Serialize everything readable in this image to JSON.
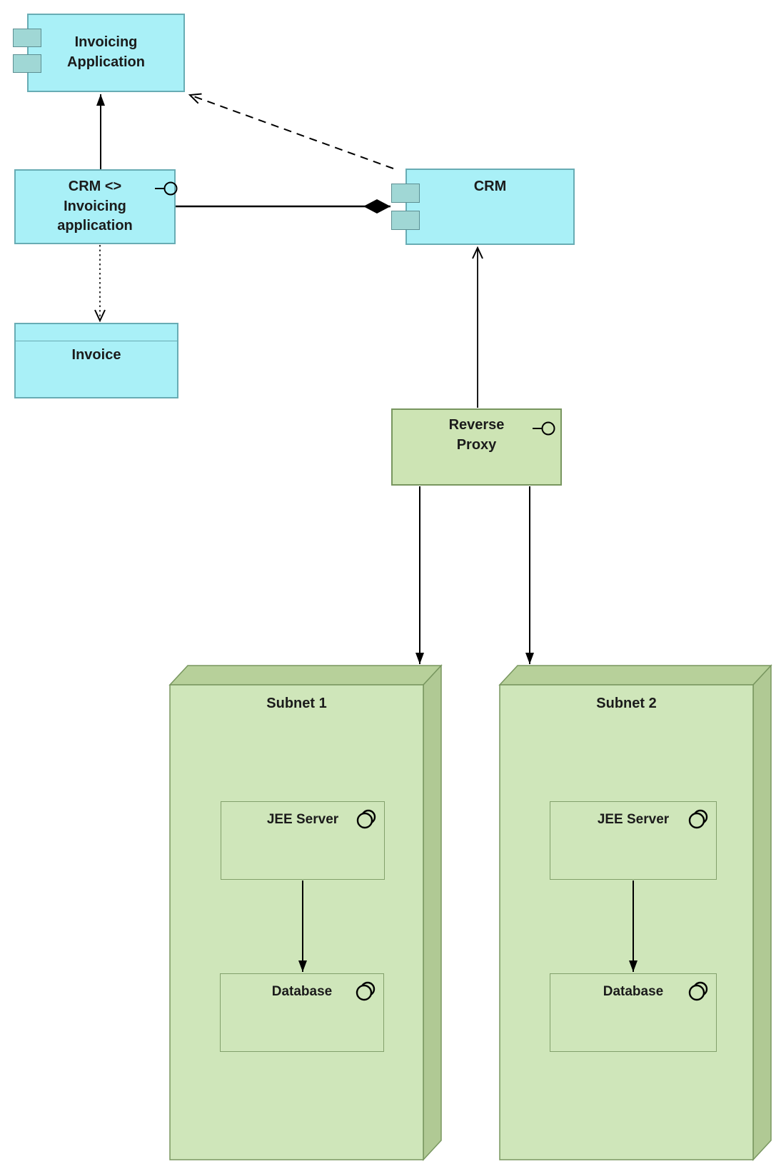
{
  "diagram_type": "UML component / deployment diagram",
  "nodes": {
    "invoicing_application": {
      "label": "Invoicing\nApplication",
      "kind": "component"
    },
    "crm_invoicing_interface": {
      "label": "CRM <>\nInvoicing\napplication",
      "kind": "interface-lollipop"
    },
    "invoice": {
      "label": "Invoice",
      "kind": "data-object"
    },
    "crm": {
      "label": "CRM",
      "kind": "component"
    },
    "reverse_proxy": {
      "label": "Reverse\nProxy",
      "kind": "interface-lollipop"
    },
    "subnet1": {
      "label": "Subnet 1",
      "kind": "node-3d"
    },
    "subnet2": {
      "label": "Subnet 2",
      "kind": "node-3d"
    },
    "jee_server_1": {
      "label": "JEE Server",
      "kind": "execution-environment"
    },
    "database_1": {
      "label": "Database",
      "kind": "execution-environment"
    },
    "jee_server_2": {
      "label": "JEE Server",
      "kind": "execution-environment"
    },
    "database_2": {
      "label": "Database",
      "kind": "execution-environment"
    }
  },
  "relationships": [
    {
      "from": "crm_invoicing_interface",
      "to": "invoicing_application",
      "style": "solid",
      "head": "filled-arrow"
    },
    {
      "from": "crm",
      "to": "invoicing_application",
      "style": "dashed",
      "head": "open-arrow"
    },
    {
      "from": "crm_invoicing_interface",
      "to": "crm",
      "style": "solid",
      "head": "filled-diamond-composition"
    },
    {
      "from": "crm_invoicing_interface",
      "to": "invoice",
      "style": "dotted",
      "head": "open-arrow"
    },
    {
      "from": "reverse_proxy",
      "to": "crm",
      "style": "solid",
      "head": "open-arrow"
    },
    {
      "from": "reverse_proxy",
      "to": "subnet1",
      "style": "solid",
      "head": "filled-arrow"
    },
    {
      "from": "reverse_proxy",
      "to": "subnet2",
      "style": "solid",
      "head": "filled-arrow"
    },
    {
      "from": "jee_server_1",
      "to": "database_1",
      "style": "solid",
      "head": "filled-arrow"
    },
    {
      "from": "jee_server_2",
      "to": "database_2",
      "style": "solid",
      "head": "filled-arrow"
    }
  ],
  "colors": {
    "cyan_fill": "#a9f0f7",
    "cyan_border": "#68acb4",
    "tab_fill": "#a0d7d5",
    "green_fill": "#cde4b4",
    "green_border": "#78965f",
    "subnet_front": "#cfe6ba",
    "subnet_top": "#b7d09a",
    "subnet_side": "#b0c994",
    "line": "#000000",
    "text": "#1b1b1b"
  }
}
